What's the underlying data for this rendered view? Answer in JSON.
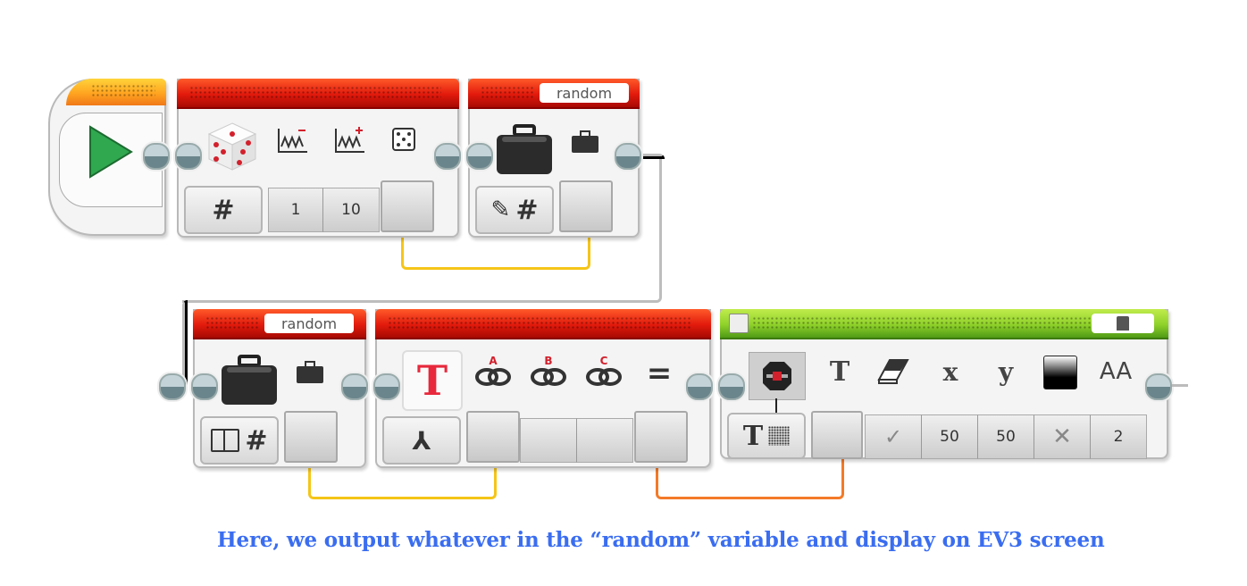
{
  "program": {
    "start_block": {
      "icon": "play-icon"
    },
    "random_block": {
      "icon": "dice-icon",
      "mode_icon": "#",
      "params": [
        {
          "icon": "wave-minus-icon",
          "label": "Lower Bound",
          "value": "1"
        },
        {
          "icon": "wave-plus-icon",
          "label": "Upper Bound",
          "value": "10"
        },
        {
          "icon": "dice-face-icon",
          "label": "Result",
          "value": ""
        }
      ]
    },
    "variable_write_block": {
      "name": "random",
      "icon": "briefcase-icon",
      "mode_icons": [
        "pencil-icon",
        "#"
      ],
      "input_icon": "briefcase-small-icon"
    },
    "variable_read_block": {
      "name": "random",
      "icon": "briefcase-icon",
      "mode_icons": [
        "book-icon",
        "#"
      ],
      "output_icon": "briefcase-small-icon"
    },
    "text_block": {
      "icon": "T",
      "mode_icon": "merge-icon",
      "inputs": [
        {
          "label": "A",
          "icon": "link-icon"
        },
        {
          "label": "B",
          "icon": "link-icon"
        },
        {
          "label": "C",
          "icon": "link-icon"
        }
      ],
      "result_label": "="
    },
    "display_block": {
      "port_icon": "brick-screen-icon",
      "mode_label": "T",
      "params": [
        {
          "icon": "T",
          "label": "Text",
          "value": ""
        },
        {
          "icon": "eraser-icon",
          "label": "Clear Screen",
          "value": "✓"
        },
        {
          "icon": "x",
          "label": "X",
          "value": "50"
        },
        {
          "icon": "y",
          "label": "Y",
          "value": "50"
        },
        {
          "icon": "color-icon",
          "label": "Color",
          "value": "✕"
        },
        {
          "icon": "AA",
          "label": "Font",
          "value": "2"
        }
      ]
    },
    "wires": {
      "data1_color": "#f5c518",
      "data2_color": "#f5c518",
      "data3_color": "#f47a28",
      "sequence_color": "#b8b8b8"
    }
  },
  "caption": "Here, we output whatever in the “random” variable and display on EV3 screen"
}
